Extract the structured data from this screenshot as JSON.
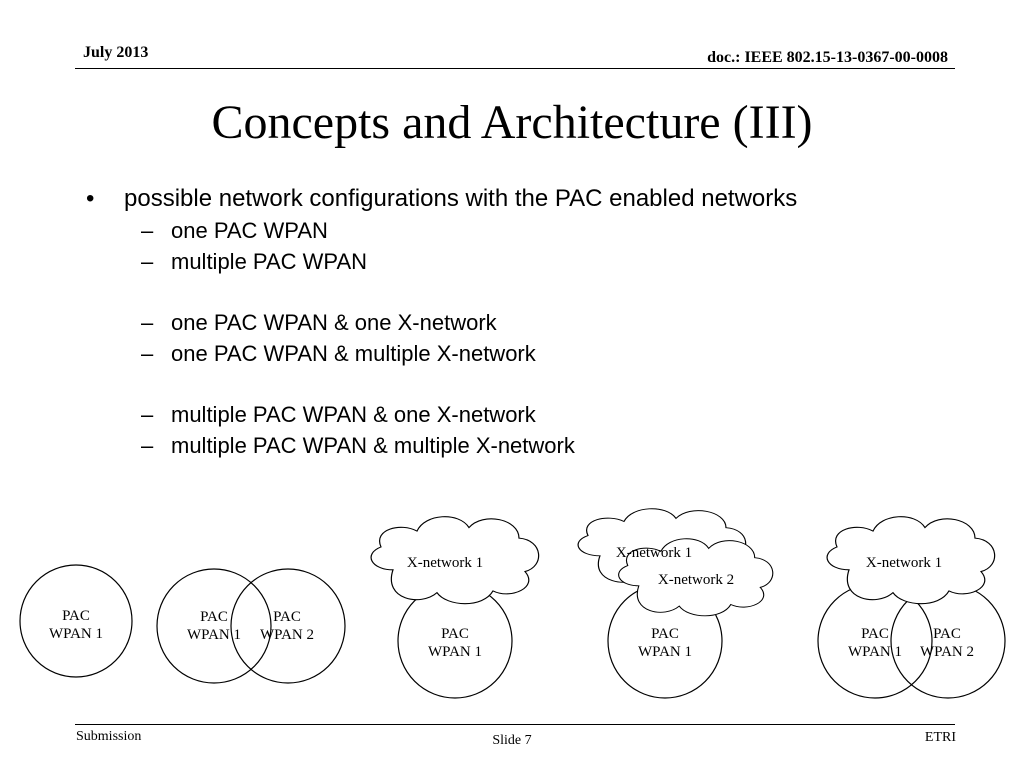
{
  "header": {
    "date": "July 2013",
    "doc_id": "doc.: IEEE 802.15-13-0367-00-0008"
  },
  "title": "Concepts and Architecture (III)",
  "bullet": {
    "mark": "•",
    "text": "possible network configurations with the PAC enabled networks"
  },
  "sub_items": [
    {
      "dash": "–",
      "text": "one PAC WPAN"
    },
    {
      "dash": "–",
      "text": "multiple PAC WPAN"
    },
    {
      "dash": "–",
      "text": "one PAC WPAN & one X-network"
    },
    {
      "dash": "–",
      "text": "one PAC WPAN & multiple X-network"
    },
    {
      "dash": "–",
      "text": "multiple PAC WPAN & one X-network"
    },
    {
      "dash": "–",
      "text": "multiple PAC WPAN & multiple X-network"
    }
  ],
  "diagram": {
    "d1": {
      "wpan1": [
        "PAC",
        "WPAN 1"
      ]
    },
    "d2": {
      "wpan1": [
        "PAC",
        "WPAN 1"
      ],
      "wpan2": [
        "PAC",
        "WPAN 2"
      ]
    },
    "d3": {
      "cloud1": "X-network 1",
      "wpan1": [
        "PAC",
        "WPAN 1"
      ]
    },
    "d4": {
      "cloud1": "X-network 1",
      "cloud2": "X-network 2",
      "wpan1": [
        "PAC",
        "WPAN 1"
      ]
    },
    "d5": {
      "cloud1": "X-network 1",
      "wpan1": [
        "PAC",
        "WPAN 1"
      ],
      "wpan2": [
        "PAC",
        "WPAN 2"
      ]
    }
  },
  "footer": {
    "left": "Submission",
    "center": "Slide 7",
    "right": "ETRI"
  }
}
